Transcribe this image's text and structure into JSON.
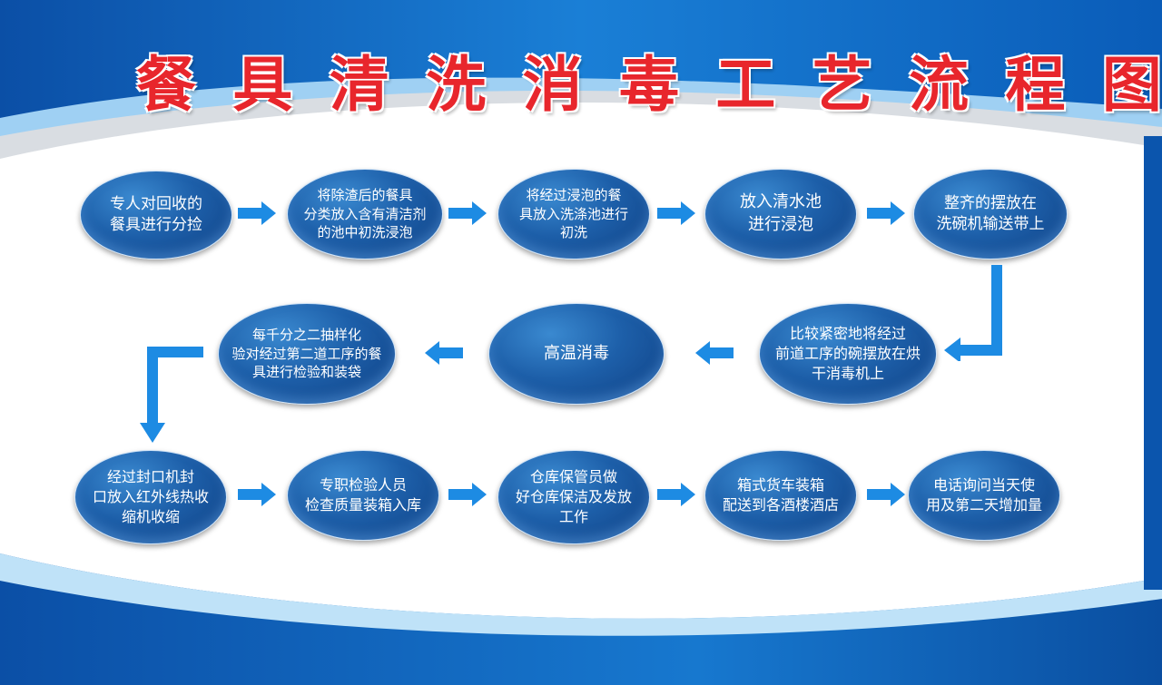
{
  "title_chars": [
    "餐",
    "具",
    "清",
    "洗",
    "消",
    "毒",
    "工",
    "艺",
    "流",
    "程",
    "图"
  ],
  "colors": {
    "title": "#e8262c",
    "arrow": "#1d8be3",
    "node_dark": "#0f3f82",
    "node_light": "#3a89d0",
    "panel": "#ffffff"
  },
  "steps": [
    "专人对回收的\n餐具进行分捡",
    "将除渣后的餐具\n分类放入含有清洁剂\n的池中初洗浸泡",
    "将经过浸泡的餐\n具放入洗涤池进行\n初洗",
    "放入清水池\n进行浸泡",
    "整齐的摆放在\n洗碗机输送带上",
    "比较紧密地将经过\n前道工序的碗摆放在烘\n干消毒机上",
    "高温消毒",
    "每千分之二抽样化\n验对经过第二道工序的餐\n具进行检验和装袋",
    "经过封口机封\n口放入红外线热收\n缩机收缩",
    "专职检验人员\n检查质量装箱入库",
    "仓库保管员做\n好仓库保洁及发放\n工作",
    "箱式货车装箱\n配送到各酒楼酒店",
    "电话询问当天使\n用及第二天增加量"
  ]
}
